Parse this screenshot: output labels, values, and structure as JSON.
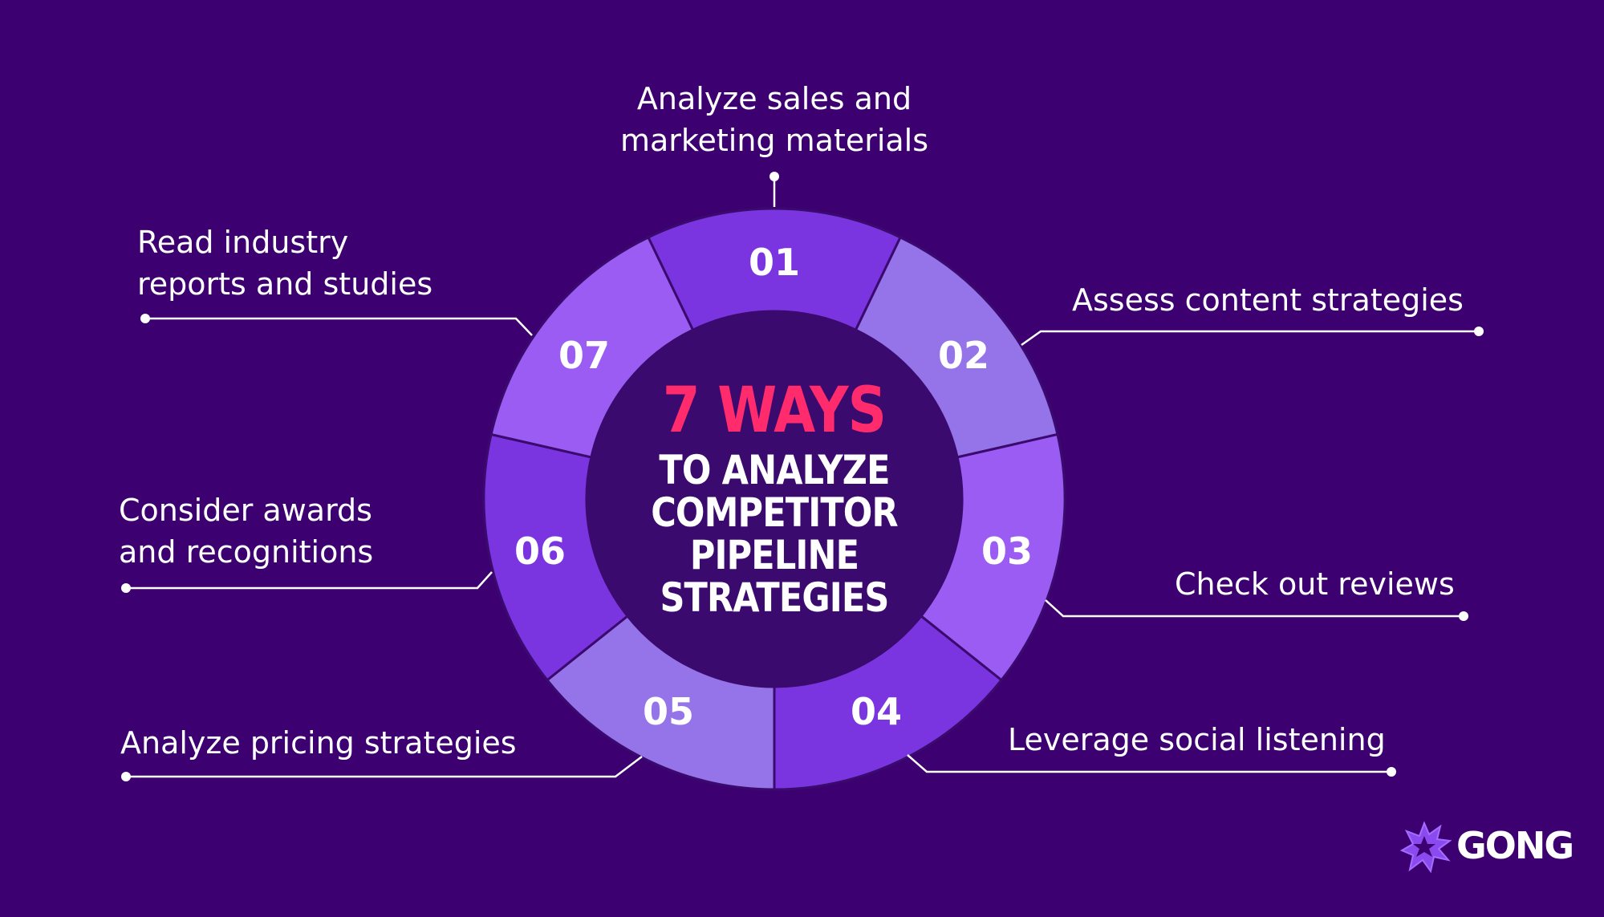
{
  "colors": {
    "background": "#3d0070",
    "center_circle": "#3a0a6e",
    "accent": "#ff2b6d",
    "segment_dark": "#7b35e0",
    "segment_mid": "#9561ee",
    "segment_light": "#9a6ce6",
    "text": "#ffffff",
    "logo_icon": "#8b4af0"
  },
  "center": {
    "headline": "7 WAYS",
    "sub_lines": [
      "TO ANALYZE",
      "COMPETITOR",
      "PIPELINE",
      "STRATEGIES"
    ]
  },
  "segments": [
    {
      "number": "01",
      "label_lines": [
        "Analyze sales and",
        "marketing materials"
      ],
      "color": "#7b35e0"
    },
    {
      "number": "02",
      "label_lines": [
        "Assess content strategies"
      ],
      "color": "#9573e8"
    },
    {
      "number": "03",
      "label_lines": [
        "Check out reviews"
      ],
      "color": "#9a5cf2"
    },
    {
      "number": "04",
      "label_lines": [
        "Leverage social listening"
      ],
      "color": "#7b35e0"
    },
    {
      "number": "05",
      "label_lines": [
        "Analyze pricing strategies"
      ],
      "color": "#9573e8"
    },
    {
      "number": "06",
      "label_lines": [
        "Consider awards",
        "and recognitions"
      ],
      "color": "#7b35e0"
    },
    {
      "number": "07",
      "label_lines": [
        "Read industry",
        "reports and studies"
      ],
      "color": "#9a5cf2"
    }
  ],
  "logo": {
    "text": "GONG",
    "icon": "starburst-icon"
  }
}
